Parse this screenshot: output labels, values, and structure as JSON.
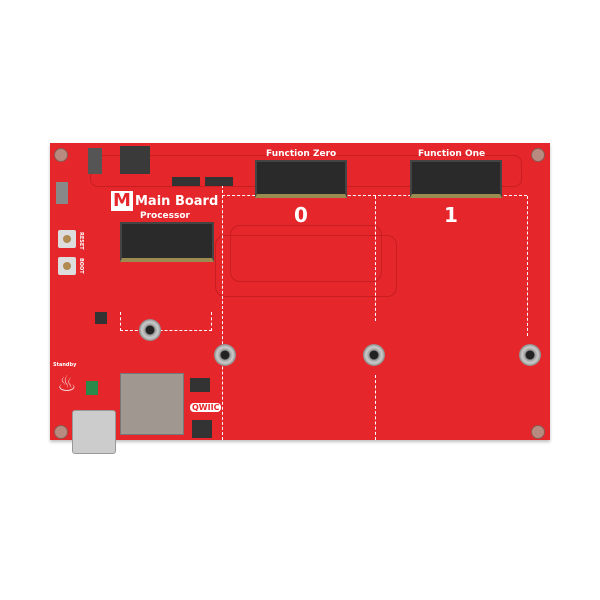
{
  "board": {
    "title": "Main Board",
    "logo_letter": "M",
    "processor_label": "Processor",
    "function_zero_label": "Function Zero",
    "function_one_label": "Function One",
    "slot_zero_number": "0",
    "slot_one_number": "1",
    "reset_label": "RESET",
    "boot_label": "BOOT",
    "qwiic_label": "QWIIC",
    "standby_label": "Standby",
    "board_color": "#e5262a"
  }
}
